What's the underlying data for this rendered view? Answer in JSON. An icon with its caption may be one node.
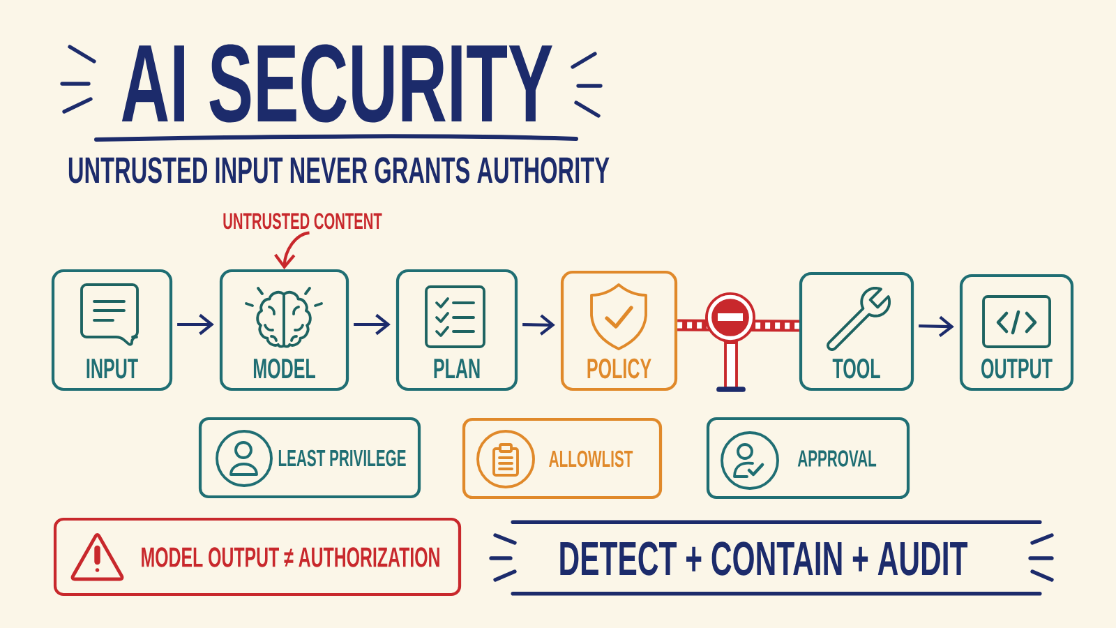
{
  "diagram": {
    "title": "AI SECURITY",
    "nodes": [
      {
        "text": [
          "UNTRUSTED CONTENT"
        ]
      },
      {
        "text": [
          "INPUT"
        ]
      },
      {
        "text": [
          "MODEL"
        ]
      },
      {
        "text": [
          "PLAN"
        ]
      },
      {
        "text": [
          "POLICY"
        ]
      },
      {
        "text": [
          "TOOL"
        ]
      },
      {
        "text": [
          "OUTPUT"
        ]
      },
      {
        "text": [
          "LEAST PRIVILEGE"
        ]
      },
      {
        "text": [
          "ALLOWLIST"
        ]
      },
      {
        "text": [
          "APPROVAL"
        ]
      },
      {
        "text": [
          "MODEL OUTPUT ≠ AUTHORIZATION"
        ]
      },
      {
        "text": [
          "DETECT + CONTAIN + AUDIT"
        ]
      }
    ],
    "edges": [
      {
        "from": 0,
        "to": 2,
        "arrow": "to",
        "color": "#c8282c"
      },
      {
        "from": 1,
        "to": 2,
        "arrow": "to"
      },
      {
        "from": 2,
        "to": 3,
        "arrow": "to"
      },
      {
        "from": 3,
        "to": 4,
        "arrow": "to"
      },
      {
        "from": 4,
        "to": 5,
        "arrow": "none",
        "style": "thick",
        "color": "#c8282c"
      },
      {
        "from": 5,
        "to": 6,
        "arrow": "to"
      }
    ],
    "labels": [
      "UNTRUSTED INPUT NEVER GRANTS AUTHORITY"
    ]
  }
}
